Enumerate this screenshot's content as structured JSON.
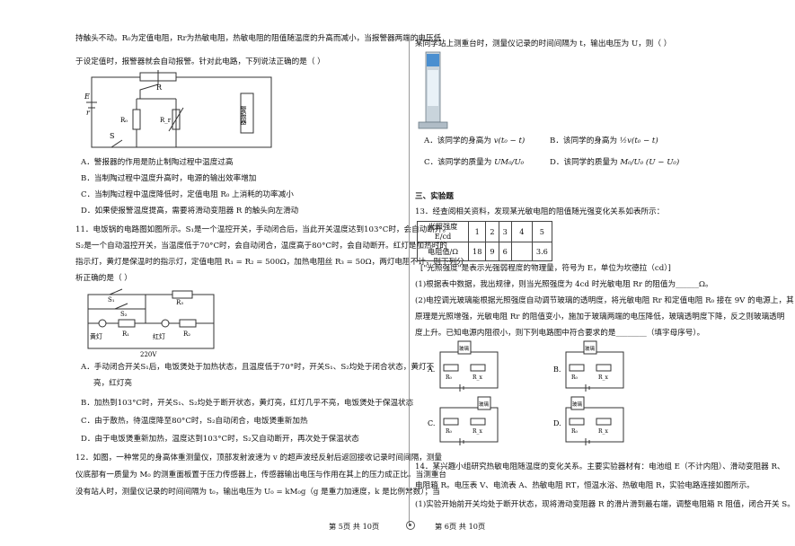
{
  "left": {
    "q10_line1": "持触头不动。R₀为定值电阻，Rr为热敏电阻，热敏电阻的阻值随温度的升高而减小，当报警器两端的电压低",
    "q10_line2": "于设定值时，报警器就会自动报警。针对此电路，下列说法正确的是（     ）",
    "q10_fig": {
      "R": "R",
      "E": "E",
      "r": "r",
      "S": "S",
      "R0": "R₀",
      "Rr": "R_r",
      "alarm": "警报器"
    },
    "q10_options": [
      "A．警报器的作用是防止制陶过程中温度过高",
      "B．当制陶过程中温度升高时，电源的输出效率增加",
      "C．当制陶过程中温度降低时，定值电阻 R₀ 上消耗的功率减小",
      "D．如果使报警温度提高，需要将滑动变阻器 R 的触头向左滑动"
    ],
    "q11_lines": [
      "11．电饭锅的电路图如图所示。S₁是一个温控开关，手动闭合后，当此开关温度达到103°C时，会自动断开。",
      "S₂是一个自动温控开关，当温度低于70°C时，会自动闭合，温度高于80°C时，会自动断开。红灯是加热时的",
      "指示灯，黄灯是保温时的指示灯，定值电阻 R₁ = R₂ = 500Ω，加热电阻丝 R₃ = 50Ω，两灯电阻不计，则下列分",
      "析正确的是（     ）"
    ],
    "q11_fig": {
      "S1": "S₁",
      "S2": "S₂",
      "R3": "R₃",
      "R1": "R₁",
      "R2": "R₂",
      "yellow": "黄灯",
      "red": "红灯",
      "voltage": "220V"
    },
    "q11_options": [
      "A．手动闭合开关S₁后，电饭煲处于加热状态，且温度低于70°时，开关S₁、S₂均处于闭合状态，黄灯不",
      "亮，红灯亮",
      "B．加热到103°C时，开关S₁、S₂均处于断开状态，黄灯亮，红灯几乎不亮，电饭煲处于保温状态",
      "C．由于散热，待温度降至80°C时，S₂自动闭合，电饭煲重新加热",
      "D．由于电饭煲重新加热，温度达到103°C时，S₂又自动断开，再次处于保温状态"
    ],
    "q12_lines": [
      "12．如图，一种常见的身高体重测量仪，顶部发射波速为 v 的超声波经反射后返回接收记录时间间隔，测量",
      "仪底部有一质量为 M₀ 的测重面板置于压力传感器上，传感器输出电压与作用在其上的压力成正比。当测重台",
      "没有站人时，测量仪记录的时间间隔为 t₀，输出电压为 U₀ = kM₀g（g 是重力加速度，k 是比例常数）；当"
    ],
    "footer": "第 5页  共 10页"
  },
  "right": {
    "q12_cont": "某同学站上测重台时，测量仪记录的时间间隔为 t，输出电压为 U，则（     ）",
    "q12_options": [
      {
        "label": "A．该同学的身高为",
        "expr": "v(t₀ − t)"
      },
      {
        "label": "B．该同学的身高为",
        "expr": "½v(t₀ − t)"
      },
      {
        "label": "C．该同学的质量为",
        "expr": "UM₀/U₀"
      },
      {
        "label": "D．该同学的质量为",
        "expr": "M₀/U₀ (U − U₀)"
      }
    ],
    "sec3": "三、实验题",
    "q13_line1": "13．经查阅相关资料，发现某光敏电阻的阻值随光强变化关系如表所示：",
    "table": {
      "row1": [
        "光照强度 E/cd",
        "1",
        "2",
        "3",
        "4",
        "5"
      ],
      "row2": [
        "电阻值/Ω",
        "18",
        "9",
        "6",
        "",
        "3.6"
      ]
    },
    "q13_lines": [
      "[\"光照强度\"是表示光强弱程度的物理量，符号为 E，单位为坎德拉（cd）]",
      "(1)根据表中数据，我出规律，则当光照强度为 4cd 时光敏电阻 Rr 的阻值为______Ω。",
      "(2)电控调光玻璃能根据光照强度自动调节玻璃的透明度，将光敏电阻 Rr 和定值电阻 R₀ 接在 9V 的电源上，其",
      "原理是光照增强，光敏电阻 Rr 的阻值变小，施加于玻璃两端的电压降低，玻璃透明度下降，反之则玻璃透明",
      "度上升。已知电源内阻很小，则下列电路图中符合要求的是________（填字母序号）。"
    ],
    "circuits": [
      {
        "letter": "A.",
        "glass": "玻璃",
        "R0": "R₀",
        "Rx": "R_x"
      },
      {
        "letter": "B.",
        "glass": "玻璃",
        "R0": "R₀",
        "Rx": "R_x"
      },
      {
        "letter": "C.",
        "glass": "玻璃",
        "R0": "R₀",
        "Rx": "R_x"
      },
      {
        "letter": "D.",
        "glass": "玻璃",
        "R0": "R₀",
        "Rx": "R_x"
      }
    ],
    "q14_lines": [
      "14．某兴趣小组研究热敏电阻随温度的变化关系。主要实验器材有：电池组 E（不计内阻）、滑动变阻器 R、",
      "电阻箱 R。电压表 V、电流表 A、热敏电阻 RT，恒温水浴、热敏电阻 R，实验电路连接如图所示。",
      "(1)实验开始前开关均处于断开状态，现将滑动变阻器 R 的滑片滑到最右端，调整电阻箱 R 阻值，闭合开关 S。"
    ],
    "footer": "第 6页  共 10页"
  },
  "colors": {
    "text": "#111111",
    "line": "#333333",
    "device": "#c9d4dc"
  }
}
